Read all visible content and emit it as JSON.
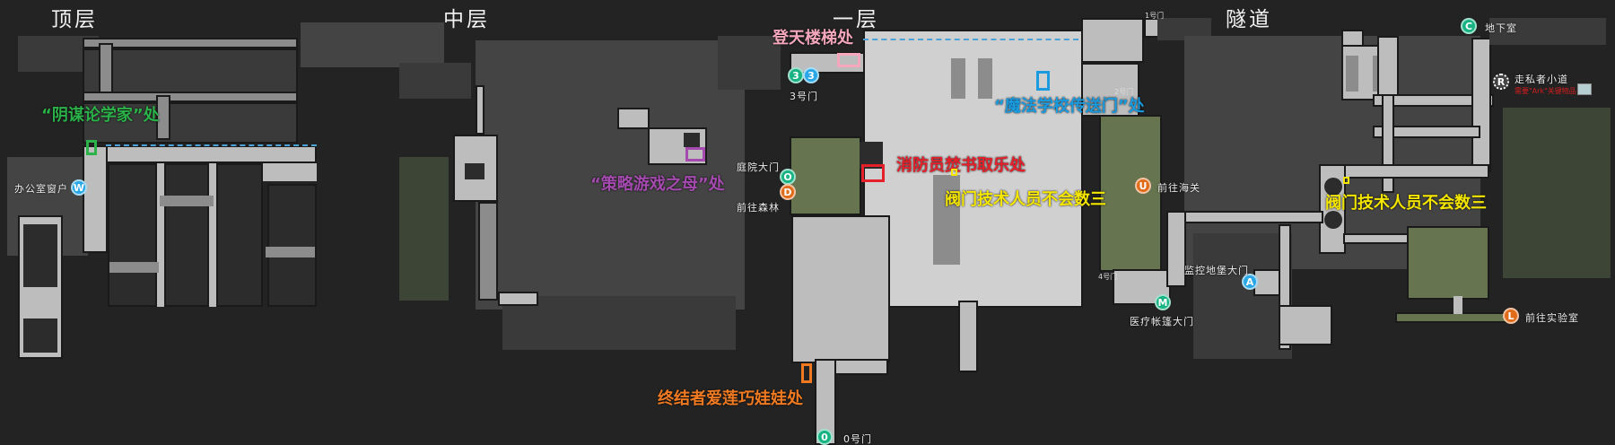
{
  "floors": {
    "top": "顶层",
    "middle": "中层",
    "ground": "一层",
    "tunnels": "隧道"
  },
  "annotations": {
    "conspiracy": {
      "text": "“阴谋论学家”处",
      "color": "#2bb34a"
    },
    "strategy_game": {
      "text": "“策略游戏之母”处",
      "color": "#a54bb0"
    },
    "stairway": {
      "text": "登天楼梯处",
      "color": "#f4a7bd"
    },
    "firefighter": {
      "text": "消防员焚书取乐处",
      "color": "#e5202a"
    },
    "magic_school": {
      "text": "“魔法学校传送门”处",
      "color": "#1a9be0"
    },
    "valve_ground": {
      "text": "阀门技术人员不会数三",
      "color": "#f5e600"
    },
    "valve_tunnel": {
      "text": "阀门技术人员不会数三",
      "color": "#f5e600"
    },
    "terminator": {
      "text": "终结者爱莲巧娃娃处",
      "color": "#f07a22"
    }
  },
  "extracts": [
    {
      "key": "W",
      "label": "办公室窗户",
      "color": "#2aa7e6"
    },
    {
      "key": "3",
      "label": "3号门",
      "color": "#17b383",
      "key2": "3",
      "color2": "#2aa7e6"
    },
    {
      "key": "O",
      "label": "庭院大门",
      "color": "#17b383"
    },
    {
      "key": "D",
      "label": "前往森林",
      "color": "#e06c1a"
    },
    {
      "key": "U",
      "label": "前往海关",
      "color": "#e06c1a"
    },
    {
      "key": "M",
      "label": "医疗帐篷大门",
      "color": "#17b383"
    },
    {
      "key": "A",
      "label": "监控地堡大门",
      "color": "#2aa7e6"
    },
    {
      "key": "C",
      "label": "地下室",
      "color": "#17b383"
    },
    {
      "key": "R",
      "label": "走私者小道",
      "sublabel": "需要\"Ark\"关键物品",
      "color": "#444444"
    },
    {
      "key": "L",
      "label": "前往实验室",
      "color": "#e06c1a"
    },
    {
      "key": "0",
      "label": "0号门",
      "color": "#17b383"
    }
  ],
  "gates": {
    "gate1": "1号门",
    "gate2": "2号门",
    "gate4": "4号门"
  }
}
